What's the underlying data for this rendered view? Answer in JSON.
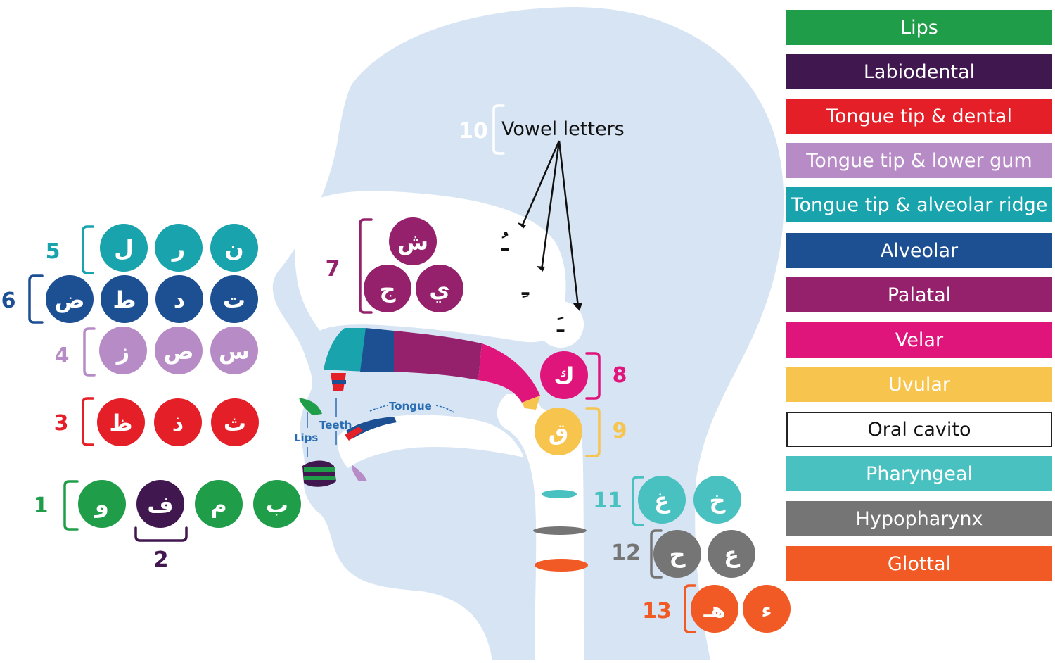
{
  "legend": [
    {
      "label": "Lips",
      "color": "#1f9d48"
    },
    {
      "label": "Labiodental",
      "color": "#41174f"
    },
    {
      "label": "Tongue tip & dental",
      "color": "#e41f27"
    },
    {
      "label": "Tongue tip & lower gum",
      "color": "#b78bc6"
    },
    {
      "label": "Tongue tip & alveolar ridge",
      "color": "#18a3ad"
    },
    {
      "label": "Alveolar",
      "color": "#1d4f93"
    },
    {
      "label": "Palatal",
      "color": "#95206b"
    },
    {
      "label": "Velar",
      "color": "#e0157c"
    },
    {
      "label": "Uvular",
      "color": "#f7c44e"
    },
    {
      "label": "Oral cavito",
      "color": "#ffffff"
    },
    {
      "label": "Pharyngeal",
      "color": "#49c1c0"
    },
    {
      "label": "Hypopharynx",
      "color": "#767575"
    },
    {
      "label": "Glottal",
      "color": "#f15a24"
    }
  ],
  "groups": [
    {
      "number": "1",
      "color": "#1f9d48",
      "letters": [
        "و",
        "ف",
        "م",
        "ب"
      ]
    },
    {
      "number": "2",
      "color": "#41174f",
      "letters": []
    },
    {
      "number": "3",
      "color": "#e41f27",
      "letters": [
        "ظ",
        "ذ",
        "ث"
      ]
    },
    {
      "number": "4",
      "color": "#b78bc6",
      "letters": [
        "ز",
        "ص",
        "س"
      ]
    },
    {
      "number": "5",
      "color": "#18a3ad",
      "letters": [
        "ل",
        "ر",
        "ن"
      ]
    },
    {
      "number": "6",
      "color": "#1d4f93",
      "letters": [
        "ض",
        "ط",
        "د",
        "ت"
      ]
    },
    {
      "number": "7",
      "color": "#95206b",
      "letters": [
        "ش",
        "ج",
        "ي"
      ]
    },
    {
      "number": "8",
      "color": "#e0157c",
      "letters": [
        "ك"
      ]
    },
    {
      "number": "9",
      "color": "#f7c44e",
      "letters": [
        "ق"
      ]
    },
    {
      "number": "10",
      "color": "#ffffff",
      "letters": [
        "ـُ",
        "ـِ",
        "ـَ"
      ]
    },
    {
      "number": "11",
      "color": "#49c1c0",
      "letters": [
        "غ",
        "خ"
      ]
    },
    {
      "number": "12",
      "color": "#767575",
      "letters": [
        "ح",
        "ع"
      ]
    },
    {
      "number": "13",
      "color": "#f15a24",
      "letters": [
        "هـ",
        "ء"
      ]
    }
  ],
  "labels": {
    "vowel_letters": "Vowel letters",
    "tongue": "Tongue",
    "teeth": "Teeth",
    "lips": "Lips"
  },
  "colors": {
    "head": "#d6e4f3",
    "label_blue": "#2a6db5"
  }
}
